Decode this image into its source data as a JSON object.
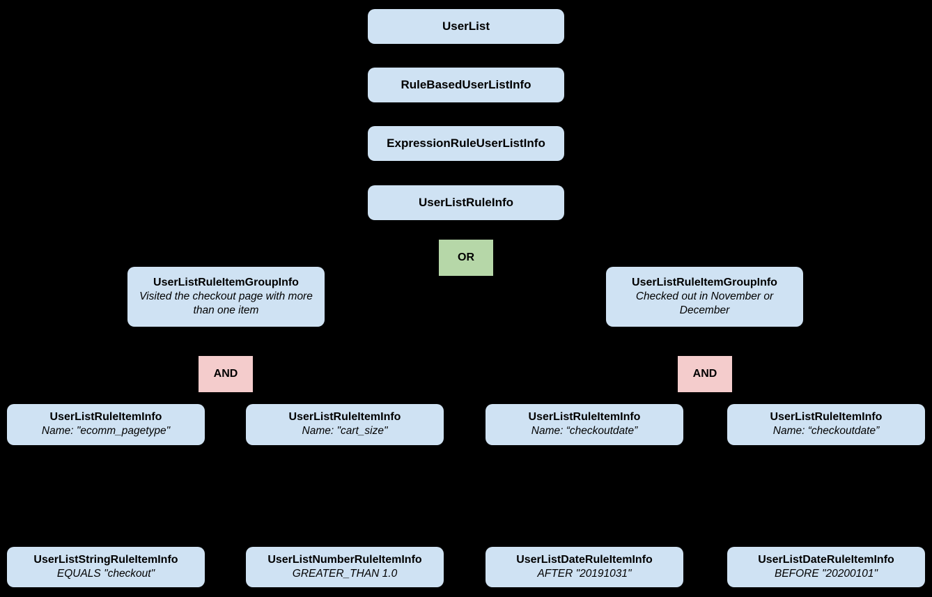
{
  "diagram": {
    "background_color": "#000000",
    "node_fill_color": "#cfe2f3",
    "or_fill_color": "#b6d7a8",
    "and_fill_color": "#f4cccc",
    "text_color": "#000000",
    "chain": [
      {
        "label": "UserList"
      },
      {
        "label": "RuleBasedUserListInfo"
      },
      {
        "label": "ExpressionRuleUserListInfo"
      },
      {
        "label": "UserListRuleInfo"
      }
    ],
    "or_operator": {
      "label": "OR"
    },
    "and_operators": [
      {
        "label": "AND"
      },
      {
        "label": "AND"
      }
    ],
    "groups": [
      {
        "title": "UserListRuleItemGroupInfo",
        "subtitle": "Visited the checkout page with more than one item"
      },
      {
        "title": "UserListRuleItemGroupInfo",
        "subtitle": "Checked out in November or December"
      }
    ],
    "rule_items": [
      {
        "title": "UserListRuleItemInfo",
        "subtitle": "Name: \"ecomm_pagetype\""
      },
      {
        "title": "UserListRuleItemInfo",
        "subtitle": "Name: \"cart_size\""
      },
      {
        "title": "UserListRuleItemInfo",
        "subtitle": "Name: “checkoutdate”"
      },
      {
        "title": "UserListRuleItemInfo",
        "subtitle": "Name: “checkoutdate”"
      }
    ],
    "leaf_items": [
      {
        "title": "UserListStringRuleItemInfo",
        "subtitle": "EQUALS \"checkout\""
      },
      {
        "title": "UserListNumberRuleItemInfo",
        "subtitle": "GREATER_THAN 1.0"
      },
      {
        "title": "UserListDateRuleItemInfo",
        "subtitle": "AFTER \"20191031\""
      },
      {
        "title": "UserListDateRuleItemInfo",
        "subtitle": "BEFORE \"20200101\""
      }
    ]
  }
}
